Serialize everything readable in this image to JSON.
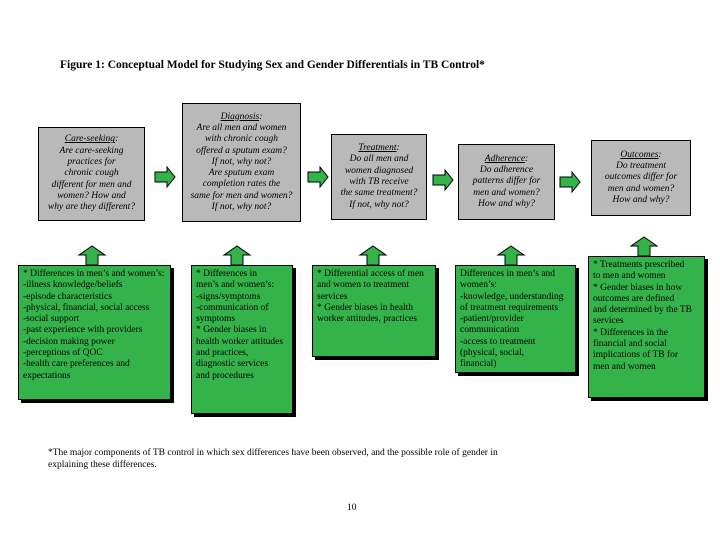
{
  "title": "Figure 1: Conceptual Model for Studying Sex and Gender Differentials in TB Control*",
  "columns": [
    {
      "heading": "Care-seeking",
      "heading_suffix": ":",
      "question_lines": [
        "Are care-seeking",
        "practices for",
        "chronic cough",
        "different for men and",
        "women? How and",
        "why are they different?"
      ],
      "factor_lines": [
        "* Differences in men’s and women’s:",
        "-illness knowledge/beliefs",
        "-episode characteristics",
        "-physical, financial, social access",
        "-social support",
        "-past experience with providers",
        "-decision making power",
        "-perceptions of QOC",
        "-health care preferences and",
        " expectations"
      ]
    },
    {
      "heading": "Diagnosis",
      "heading_suffix": ":",
      "question_lines": [
        "Are all men and women",
        "with chronic cough",
        "offered a sputum exam?",
        "If not, why not?",
        "Are sputum exam",
        "completion rates  the",
        "same for men and women?",
        "If not, why not?"
      ],
      "factor_lines": [
        "* Differences in",
        "men’s and women’s:",
        "-signs/symptoms",
        "-communication of",
        "symptoms",
        "* Gender biases in",
        "health worker attitudes",
        "and practices,",
        "diagnostic services",
        "and procedures"
      ]
    },
    {
      "heading": "Treatment",
      "heading_suffix": ":",
      "question_lines": [
        "Do all men and",
        "women diagnosed",
        "with TB receive",
        "the same treatment?",
        "If not, why not?"
      ],
      "factor_lines": [
        "* Differential access of men",
        "and women to treatment",
        "services",
        "* Gender biases in health",
        "worker attitudes, practices"
      ]
    },
    {
      "heading": "Adherence",
      "heading_suffix": ":",
      "question_lines": [
        "Do adherence",
        "patterns differ for",
        "men and women?",
        "How and why?"
      ],
      "factor_lines": [
        "Differences in men’s and",
        "women’s:",
        "-knowledge, understanding",
        "of treatment requirements",
        "-patient/provider",
        "communication",
        "-access to treatment",
        "(physical, social,",
        " financial)"
      ]
    },
    {
      "heading": "Outcomes",
      "heading_suffix": ":",
      "question_lines": [
        "Do treatment",
        "outcomes differ for",
        "men and women?",
        "How and why?"
      ],
      "factor_lines": [
        "* Treatments prescribed",
        "to men and women",
        "* Gender biases in how",
        " outcomes are defined",
        "and determined by the  TB",
        "services",
        "* Differences in the",
        "financial and social",
        "implications of TB for",
        "men and women"
      ]
    }
  ],
  "footnote": "*The major components of TB control in which sex differences have been observed, and the possible role of gender in explaining these differences.",
  "page_number": "10"
}
